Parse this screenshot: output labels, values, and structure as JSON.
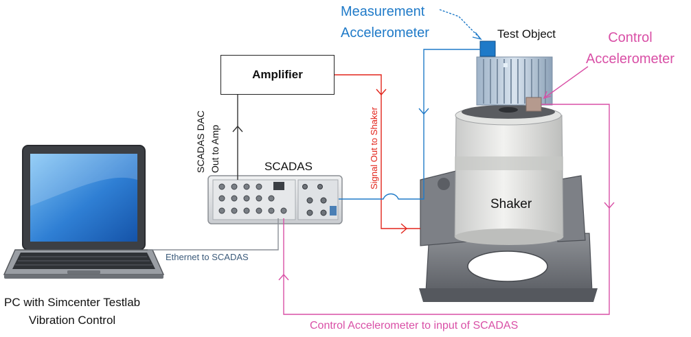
{
  "labels": {
    "measurement_accelerometer": "Measurement\nAccelerometer",
    "test_object": "Test Object",
    "control_accelerometer": "Control\nAccelerometer",
    "amplifier": "Amplifier",
    "scadas_dac": "SCADAS DAC\nOut to Amp",
    "scadas": "SCADAS",
    "signal_out": "Signal Out to Shaker",
    "shaker": "Shaker",
    "ethernet": "Ethernet to SCADAS",
    "pc": "PC with Simcenter Testlab\nVibration Control",
    "control_to_input": "Control Accelerometer to input of SCADAS"
  },
  "colors": {
    "measurement_line": "#1f7ac8",
    "control_line": "#d94fa6",
    "signal_line": "#e2231a",
    "ethernet_line": "#8a8f96"
  }
}
